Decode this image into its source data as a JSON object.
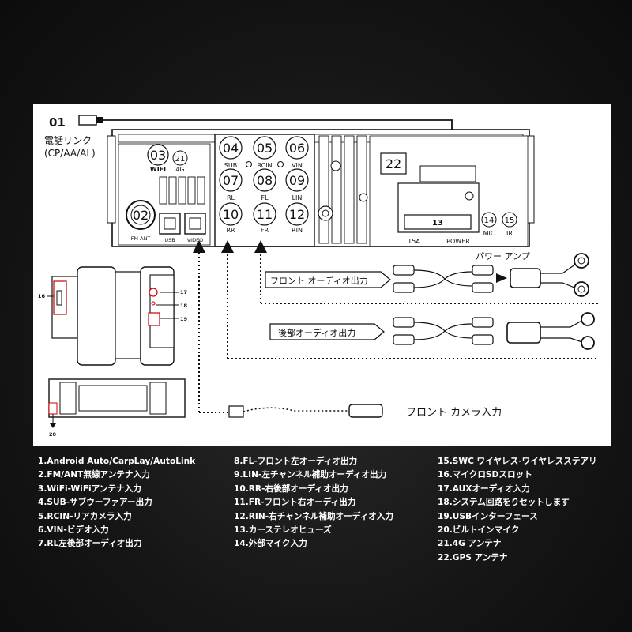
{
  "connector_01": {
    "number": "01",
    "label_line1": "電話リンク",
    "label_line2": "(CP/AA/AL)"
  },
  "ports": [
    {
      "number": "03",
      "label": "WIFI"
    },
    {
      "number": "21",
      "label": "4G"
    },
    {
      "number": "02",
      "label": "FM-ANT"
    },
    {
      "number": "",
      "label": "USB"
    },
    {
      "number": "",
      "label": "VIDEO"
    },
    {
      "number": "04",
      "label": "SUB"
    },
    {
      "number": "05",
      "label": "RCIN"
    },
    {
      "number": "06",
      "label": "VIN"
    },
    {
      "number": "07",
      "label": "RL"
    },
    {
      "number": "08",
      "label": "FL"
    },
    {
      "number": "09",
      "label": "LIN"
    },
    {
      "number": "10",
      "label": "RR"
    },
    {
      "number": "11",
      "label": "FR"
    },
    {
      "number": "12",
      "label": "RIN"
    },
    {
      "number": "22",
      "label": ""
    },
    {
      "number": "13",
      "label": "POWER"
    },
    {
      "number": "",
      "label": "15A"
    },
    {
      "number": "14",
      "label": "MIC"
    },
    {
      "number": "15",
      "label": "IR"
    }
  ],
  "side_callouts": [
    "16",
    "17",
    "18",
    "19",
    "20"
  ],
  "wiring": {
    "front_audio": "フロント オーディオ出力",
    "rear_audio": "後部オーディオ出力",
    "power_amp": "パワー アンプ",
    "front_camera": "フロント カメラ入力"
  },
  "legend": {
    "col1": [
      "1.Android Auto/CarpLay/AutoLink",
      "2.FM/ANT無線アンテナ入力",
      "3.WiFi-WiFiアンテナ入力",
      "4.SUB-サブウーファアー出力",
      "5.RCIN-リアカメラ入力",
      "6.VIN-ビデオ入力",
      "7.RL左後部オーディオ出力"
    ],
    "col2": [
      "8.FL-フロント左オーディオ出力",
      "9.LIN-左チャンネル補助オーディオ出力",
      "10.RR-右後部オーディオ出力",
      "11.FR-フロント右オーディ出力",
      "12.RIN-右チャンネル補助オーディオ入力",
      "13.カーステレオヒューズ",
      "14.外部マイク入力"
    ],
    "col3": [
      "15.SWC ワイヤレス-ワイヤレスステアリ",
      "16.マイクロSDスロット",
      "17.AUXオーディオ入力",
      "18.システム回路をりセットします",
      "19.USBインターフェース",
      "20.ビルトインマイク",
      "21.4G アンテナ",
      "22.GPS アンテナ"
    ]
  }
}
